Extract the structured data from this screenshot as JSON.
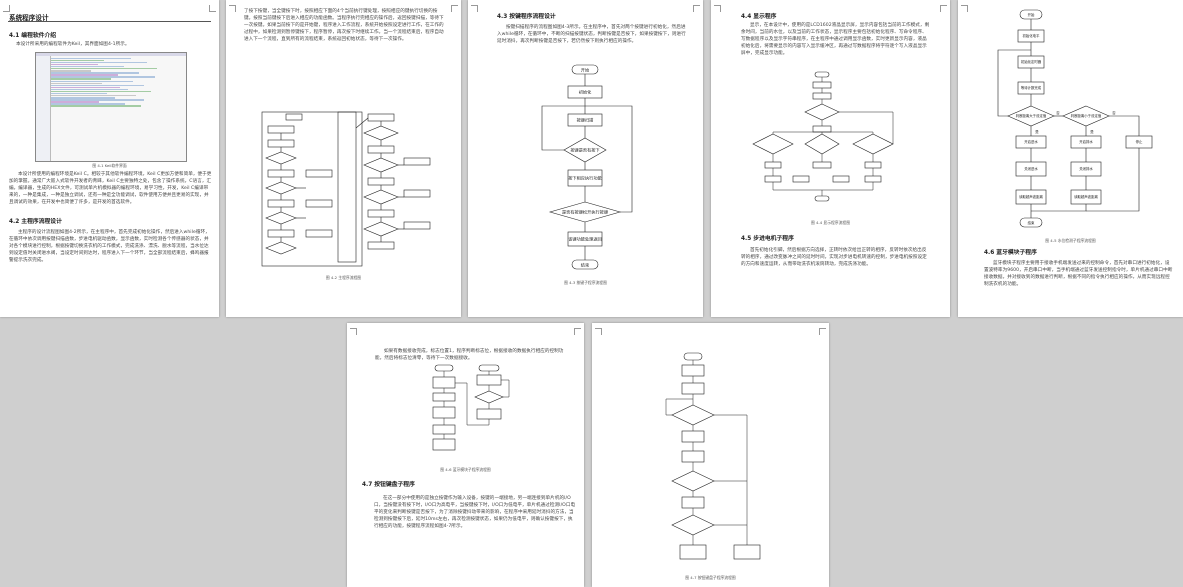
{
  "pages": {
    "p1": {
      "header": "系统程序设计",
      "s41_title": "4.1 编程软件介绍",
      "s41_intro": "本设计所采用的编程软件为Keil，其界面如图4-1所示。",
      "fig41_caption": "图 4-1 Keil软件界面",
      "s41_body": "本设计所使用的编程环境是Keil C。相较于其他软件编程环境，Keil C更加方便和简单，便于更加的掌握。通常广大嵌入式软件开发者的青睐，Keil C主要独特之处，包含了操作系统，C语言，汇编，编译器，生成的HEX文件，可测试单片机模拟器的编程环境，易学习性，开发，Keil C编译带来的，一种是集成，一种是独立调试，还有一种是全功能调试，软件使用方便并且更易的实现，并且调试的效果，在开发中也简便了许多，是开发的首选软件。",
      "s42_title": "4.2 主程序流程设计",
      "s42_body": "主程序的设计流程图如图4-2所示，在主程序中，首先完成初始化操作，然后进入while循环，在循环中依次调用按键扫描函数，步进电机驱动函数，显示函数，实时检测各个传感器的状态，并对各个模块进行控制，根据按键切换洗衣机的工作模式，完成洗涤、漂洗、脱水等流程，当水位达到设定值时关闭进水阀，当设定时间到达时，程序进入下一个环节，当全部流程结束后，蜂鸣器报警提示洗衣完成。"
    },
    "p2": {
      "body": "了按下按键，当全键按下时，按照相应下面的4个当前执行键处理，按照相应的键执行切换的按键。按照当前键按下后进入相应的功能函数。当程序执行完相应的操作后，返回按键扫描，等待下一次按键。如果当前按下的是开始键，程序进入工作流程，系统开始按照设定进行工作，在工作的过程中，如果检测到暂停键按下，程序暂停，再次按下时继续工作。当一个流程结束后，程序自动进入下一个流程，直到所有的流程结束，系统返回初始状态，等待下一次操作。",
      "caption": "图 4-2 主程序流程图"
    },
    "p3": {
      "title": "4.3 按键程序流程设计",
      "body": "按键扫描程序的流程图如图4-3所示。在主程序中，首先对两个按键进行初始化，然后进入while循环，在循环中，不断的扫描按键状态，判断按键是否按下，如果按键按下，则进行延时消抖，再次判断按键是否按下，若仍然按下则执行相应的操作。",
      "caption": "图 4-3 按键子程序流程图",
      "fc": {
        "start": "开始",
        "init": "初始化",
        "scan": "按键扫描",
        "pressed": "按键是否有按下",
        "act": "按下相应执行功能",
        "release": "是否有按键松开执行按键",
        "ret": "该键功能处理返回",
        "end": "结束"
      }
    },
    "p4": {
      "title": "4.4 显示程序",
      "body1": "显示，在本设计中，使用的是LCD1602液晶显示屏，显示内容包括当前的工作模式，剩余时间，当前的水位，以及当前的工作状态，显示程序主要包括初始化程序、写命令程序、写数据程序以及显示字符串程序，在主程序中通过调用显示函数，实时更新显示内容，液晶初始化后，将需要显示的内容写入显示缓冲区，再通过写数据程序将字符逐个写入液晶显示屏中，完成显示功能。",
      "caption": "图 4-4 显示程序流程图",
      "s45_title": "4.5 步进电机子程序",
      "s45_body": "首先初始化引脚，然后根据方向选择，正转时依次给出正转的相序，反转时依次给出反转的相序，通过改变脉冲之间的延时时间，实现对步进电机转速的控制，步进电机按照设定的方向和速度运转，从而带动洗衣机滚筒转动，完成洗涤功能。"
    },
    "p5": {
      "fc": {
        "start": "开始",
        "init": "初始化电平",
        "set": "初始化定时器",
        "wait": "等待计数完成",
        "read": "读取超声波距离",
        "judge1": "判断距离大于设定值",
        "judge2": "判断距离小于设定值",
        "a": "开启进水",
        "b": "开启排水",
        "c": "关闭进水",
        "d": "关闭排水",
        "e": "停止",
        "end": "结束",
        "yes": "是",
        "no": "否"
      },
      "caption": "图 4-5 水位检测子程序流程图",
      "s46_title": "4.6 蓝牙模块子程序",
      "s46_body": "蓝牙模块子程序主要用于接收手机端发送过来的控制命令，首先对串口进行初始化，设置波特率为9600，开启串口中断，当手机端通过蓝牙发送控制指令时，单片机通过串口中断接收数据，并对接收到的数据进行判断，根据不同的指令执行相应的操作，从而实现远程控制洗衣机的功能。"
    },
    "p6": {
      "top": "如果有数据接收完成，标志位置1，程序判断标志位，根据接收的数据执行相应的控制功能，然后将标志位清零，等待下一次数据接收。",
      "caption": "图 4-6 蓝牙模块子程序流程图",
      "s47_title": "4.7 按钮键盘子程序",
      "s47_body": "在这一部分中使用的是独立按键作为输入设备，按键的一端接地，另一端连接到单片机的I/O口，当按键没有按下时，I/O口为高电平，当按键按下时，I/O口为低电平，单片机通过检测I/O口电平的变化来判断按键是否按下，为了消除按键抖动带来的影响，在程序中采用延时消抖的方法，当检测到按键按下后，延时10ms左右，再次检测按键状态，如果仍为低电平，则确认按键按下，执行相应的功能，按键程序流程如图4-7所示。"
    },
    "p7": {
      "caption": "图 4-7 按钮键盘子程序流程图"
    }
  }
}
